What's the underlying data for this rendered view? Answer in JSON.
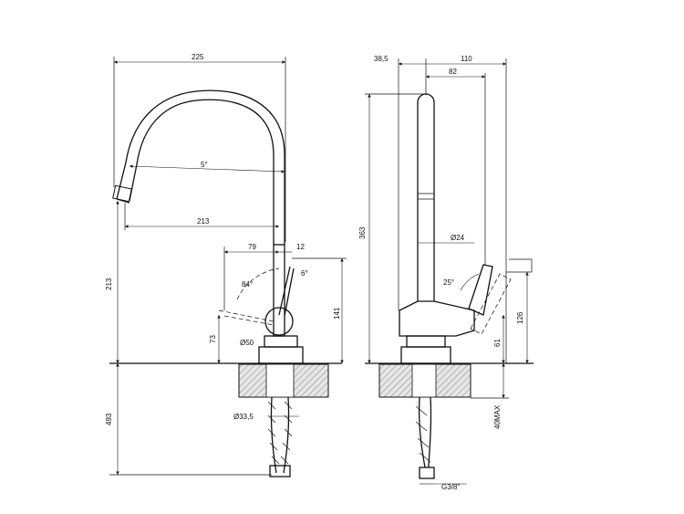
{
  "front_view": {
    "dimensions": {
      "width_top": "225",
      "spout_angle": "5°",
      "spout_reach": "213",
      "lever_offset": "79",
      "lever_gap": "12",
      "lever_swing_angle": "84°",
      "lever_tilt_angle": "6°",
      "spout_height": "213",
      "lever_height": "141",
      "body_diameter": "Ø50",
      "body_height": "73",
      "below_counter": "493",
      "hose_diameter": "Ø33,5"
    }
  },
  "side_view": {
    "dimensions": {
      "top_left": "38,5",
      "top_right": "110",
      "spout_offset": "82",
      "total_height": "363",
      "spout_diameter": "Ø24",
      "lever_angle": "25°",
      "lever_right_height": "126",
      "body_height": "61",
      "max_deck": "40MAX",
      "thread": "G3/8\""
    }
  }
}
